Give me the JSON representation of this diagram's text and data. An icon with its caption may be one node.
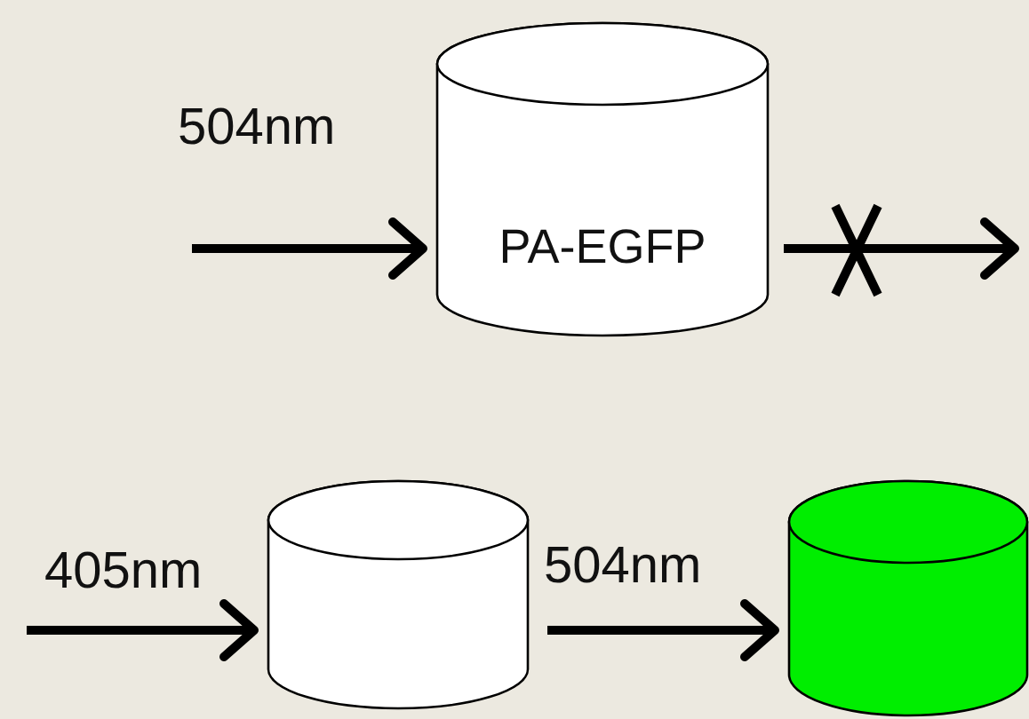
{
  "diagram": {
    "nodes": [
      {
        "text": [
          "PA-EGFP"
        ]
      },
      {
        "text": [],
        "shape": "cylinder"
      },
      {
        "text": [],
        "shape": "cylinder"
      }
    ],
    "edges": [
      {
        "from": null,
        "to": 0,
        "arrow": "to",
        "label": "504nm"
      },
      {
        "from": 0,
        "to": null,
        "arrow": "to"
      },
      {
        "from": null,
        "to": 1,
        "arrow": "to",
        "label": "405nm"
      },
      {
        "from": 1,
        "to": 2,
        "arrow": "to",
        "label": "504nm"
      }
    ]
  }
}
